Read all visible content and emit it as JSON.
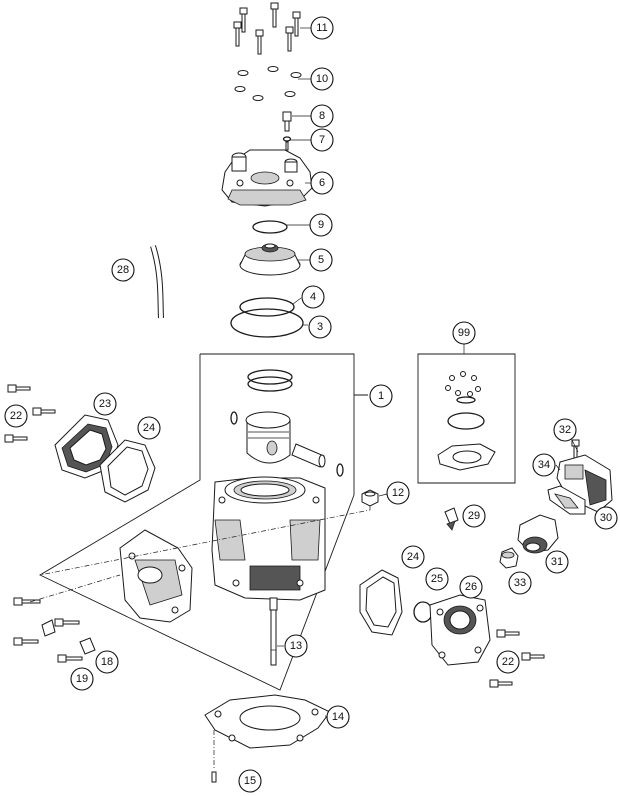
{
  "callouts": [
    {
      "id": "c1",
      "label": "1"
    },
    {
      "id": "c3",
      "label": "3"
    },
    {
      "id": "c4",
      "label": "4"
    },
    {
      "id": "c5",
      "label": "5"
    },
    {
      "id": "c6",
      "label": "6"
    },
    {
      "id": "c7",
      "label": "7"
    },
    {
      "id": "c8",
      "label": "8"
    },
    {
      "id": "c9",
      "label": "9"
    },
    {
      "id": "c10",
      "label": "10"
    },
    {
      "id": "c11",
      "label": "11"
    },
    {
      "id": "c12",
      "label": "12"
    },
    {
      "id": "c13",
      "label": "13"
    },
    {
      "id": "c14",
      "label": "14"
    },
    {
      "id": "c15",
      "label": "15"
    },
    {
      "id": "c18",
      "label": "18"
    },
    {
      "id": "c19",
      "label": "19"
    },
    {
      "id": "c22a",
      "label": "22"
    },
    {
      "id": "c22b",
      "label": "22"
    },
    {
      "id": "c23",
      "label": "23"
    },
    {
      "id": "c24a",
      "label": "24"
    },
    {
      "id": "c24b",
      "label": "24"
    },
    {
      "id": "c25",
      "label": "25"
    },
    {
      "id": "c26",
      "label": "26"
    },
    {
      "id": "c28",
      "label": "28"
    },
    {
      "id": "c29",
      "label": "29"
    },
    {
      "id": "c30",
      "label": "30"
    },
    {
      "id": "c31",
      "label": "31"
    },
    {
      "id": "c32",
      "label": "32"
    },
    {
      "id": "c33",
      "label": "33"
    },
    {
      "id": "c34",
      "label": "34"
    },
    {
      "id": "c99",
      "label": "99"
    }
  ]
}
